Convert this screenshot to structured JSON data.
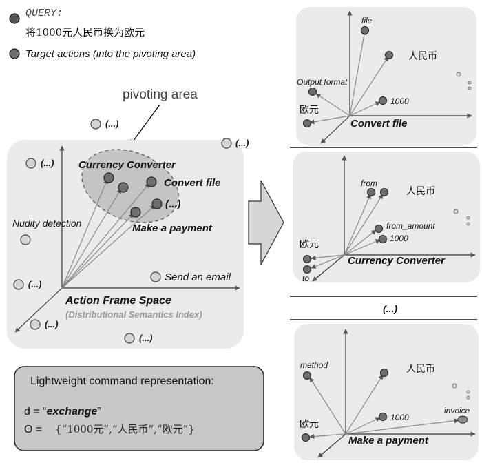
{
  "legend": {
    "query_title": "QUERY:",
    "query_text": "将1000元人民币换为欧元",
    "target_actions": "Target actions (into the pivoting area)"
  },
  "pivoting_label": "pivoting area",
  "frame_space": {
    "title": "Action Frame Space",
    "subtitle": "(Distributional Semantics Index)",
    "actions": {
      "currency_converter": "Currency Converter",
      "convert_file": "Convert file",
      "make_payment": "Make a payment",
      "ellipsis": "(...)",
      "nudity_detection": "Nudity detection",
      "send_email": "Send an email"
    },
    "ellipsis": "(...)"
  },
  "command_box": {
    "title": "Lightweight command representation:",
    "d_prefix": "d = “",
    "d_value": "exchange",
    "d_suffix": "”",
    "o_prefix": "O = ",
    "o_value": "{“1000元”,“人民币”,“欧元”}"
  },
  "panels": {
    "convert_file": {
      "title": "Convert file",
      "labels": {
        "file": "file",
        "rmb": "人民币",
        "output_format": "Output format",
        "amount": "1000",
        "eur": "欧元"
      }
    },
    "currency_converter": {
      "title": "Currency Converter",
      "labels": {
        "from": "from",
        "rmb": "人民币",
        "from_amount": "from_amount",
        "amount": "1000",
        "eur": "欧元",
        "to": "to"
      }
    },
    "separator": "(...)",
    "make_payment": {
      "title": "Make a payment",
      "labels": {
        "method": "method",
        "rmb": "人民币",
        "amount": "1000",
        "eur": "欧元",
        "invoice": "invoice"
      }
    }
  },
  "colors": {
    "dark_dot": "#6e6e6e",
    "light_dot": "#d4d4d4",
    "panel_bg": "#ebebeb",
    "box_bg": "#c8c8c8"
  }
}
